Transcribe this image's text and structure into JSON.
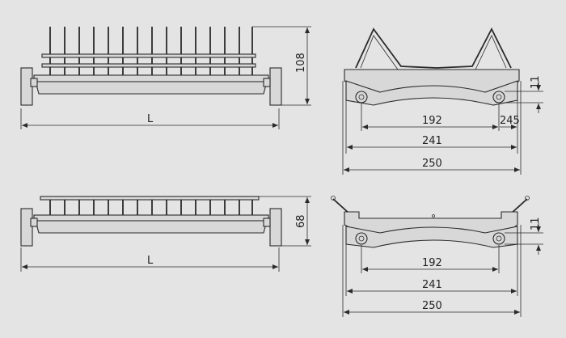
{
  "dimensions": {
    "top_left_length": "L",
    "top_left_height": "108",
    "top_right_hole_offset": "11",
    "top_right_hole_spacing": "192",
    "top_right_side": "245",
    "top_right_inner_width": "241",
    "top_right_outer_width": "250",
    "bottom_left_length": "L",
    "bottom_left_height": "68",
    "bottom_right_hole_offset": "11",
    "bottom_right_hole_spacing": "192",
    "bottom_right_inner_width": "241",
    "bottom_right_outer_width": "250"
  }
}
